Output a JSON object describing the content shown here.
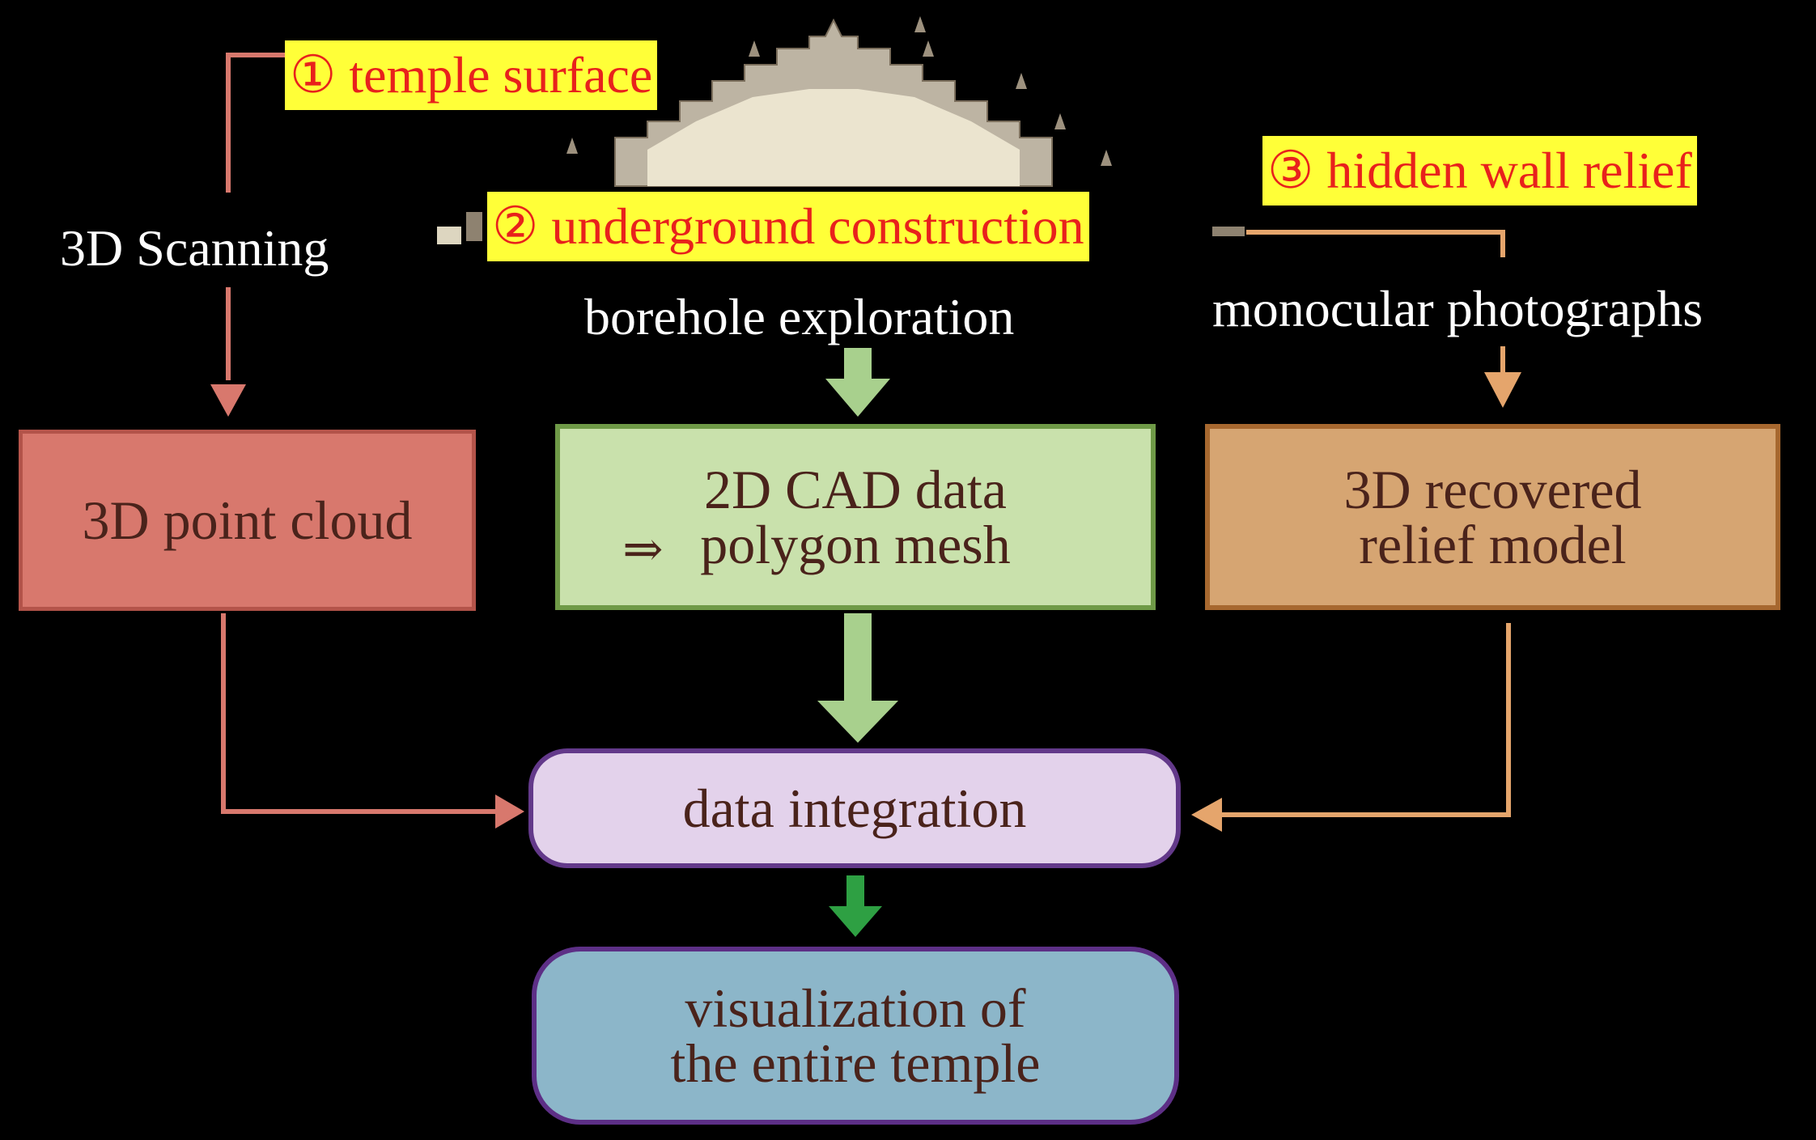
{
  "title_labels": {
    "temple_surface": "① temple surface",
    "underground_construction": "② underground construction",
    "hidden_wall_relief": "③ hidden wall relief"
  },
  "methods": {
    "scanning": "3D Scanning",
    "borehole": "borehole exploration",
    "photographs": "monocular photographs"
  },
  "boxes": {
    "point_cloud": "3D point cloud",
    "cad_line1": "2D CAD data",
    "cad_arrow": "⇒",
    "cad_line2": "polygon mesh",
    "relief_line1": "3D recovered",
    "relief_line2": "relief model",
    "integration": "data integration",
    "vis_line1": "visualization of",
    "vis_line2": "the entire temple"
  },
  "colors": {
    "red_path": "#d8786d",
    "green_path": "#a8d08d",
    "orange_path": "#e5a56c",
    "dark_green_arrow": "#2ea043",
    "highlight": "#ffff38",
    "highlight_text": "#e8211c"
  }
}
